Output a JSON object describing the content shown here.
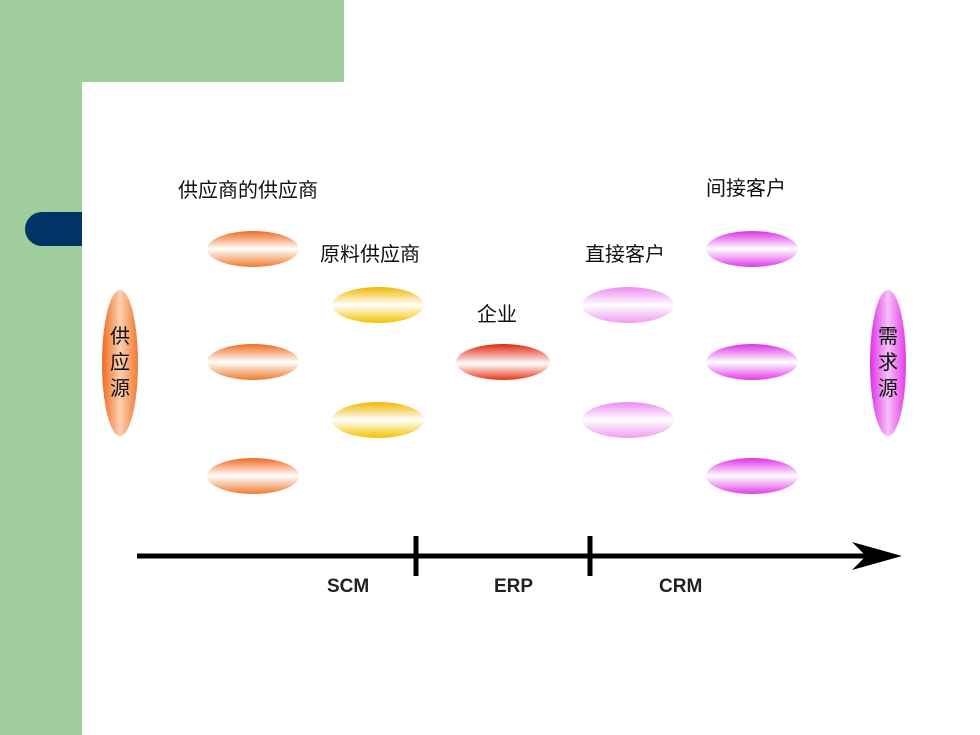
{
  "labels": {
    "supplier_of_supplier": "供应商的供应商",
    "raw_material_supplier": "原料供应商",
    "enterprise": "企业",
    "direct_customer": "直接客户",
    "indirect_customer": "间接客户",
    "supply_source": "供应源",
    "demand_source": "需求源"
  },
  "axis": {
    "scm": "SCM",
    "erp": "ERP",
    "crm": "CRM"
  },
  "colors": {
    "background_green": "#a0cd9c",
    "bullet_navy": "#003366",
    "orange": "#f07a30",
    "yellow": "#f2c200",
    "red": "#e8341a",
    "light_pink": "#ef9cf2",
    "magenta": "#e23ce8"
  }
}
